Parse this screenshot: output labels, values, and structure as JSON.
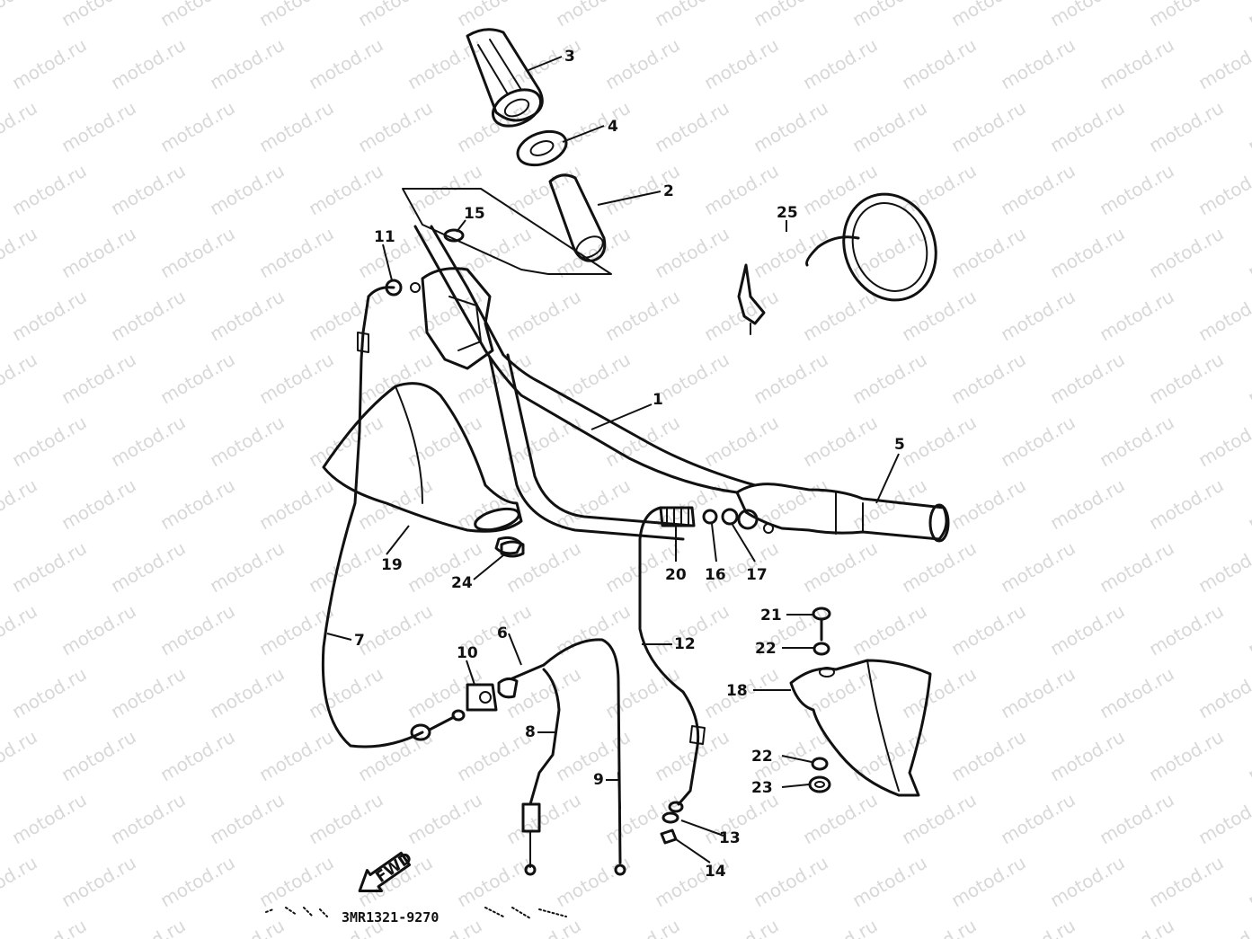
{
  "watermark": "motod.ru",
  "diagram_code": "3MR1321-9270",
  "fwd_label": "FWD",
  "callouts": [
    "1",
    "2",
    "3",
    "4",
    "5",
    "6",
    "7",
    "8",
    "9",
    "10",
    "11",
    "12",
    "13",
    "14",
    "15",
    "16",
    "17",
    "18",
    "19",
    "20",
    "21",
    "22",
    "22",
    "23",
    "24",
    "25"
  ]
}
